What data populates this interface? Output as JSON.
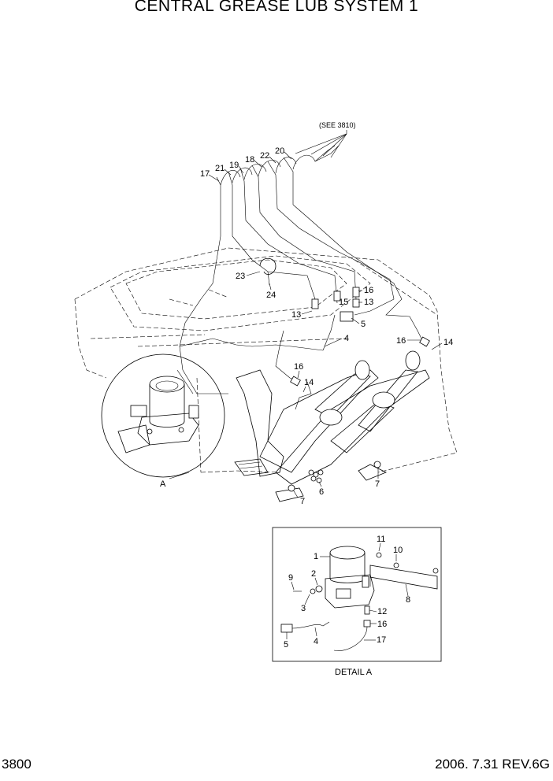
{
  "title": "CENTRAL GREASE LUB SYSTEM 1",
  "page_number": "3800",
  "revision": "2006. 7.31 REV.6G",
  "see_reference": "(SEE 3810)",
  "detail_label": "DETAIL A",
  "view_marker": "A",
  "main_callouts": [
    "17",
    "21",
    "19",
    "18",
    "22",
    "20",
    "23",
    "24",
    "16",
    "15",
    "13",
    "13",
    "5",
    "4",
    "16",
    "14",
    "16",
    "14",
    "6",
    "7",
    "7"
  ],
  "detail_callouts": [
    "11",
    "10",
    "1",
    "2",
    "9",
    "3",
    "8",
    "12",
    "16",
    "5",
    "4",
    "17"
  ]
}
